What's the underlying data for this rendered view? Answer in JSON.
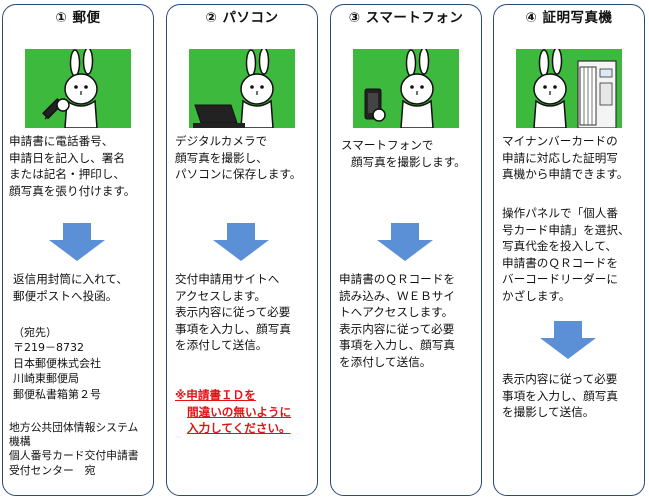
{
  "columns": [
    {
      "title": "① 郵便",
      "icon": "rabbit-with-pen",
      "body": [
        "申請書に電話番号、",
        "申請日を記入し、署名",
        "または記名・押印し、",
        "顔写真を張り付けます。"
      ],
      "step2": [
        "返信用封筒に入れて、",
        "郵便ポストへ投函。"
      ],
      "address": [
        "（宛先）",
        "〒219－8732",
        "日本郵便株式会社",
        "川崎東郵便局",
        "郵便私書箱第２号"
      ],
      "recipient": [
        "地方公共団体情報システム",
        "機構",
        "個人番号カード交付申請書",
        "受付センター　宛"
      ]
    },
    {
      "title": "② パソコン",
      "icon": "rabbit-with-laptop",
      "body": [
        "デジタルカメラで",
        "顔写真を撮影し、",
        "パソコンに保存します。"
      ],
      "step2": [
        "交付申請用サイトへ",
        "アクセスします。",
        "表示内容に従って必要",
        "事項を入力し、顔写真",
        "を添付して送信。"
      ],
      "note": [
        "※申請書ＩＤを",
        "間違いの無いように",
        "入力してください。"
      ]
    },
    {
      "title": "③ スマートフォン",
      "icon": "rabbit-with-smartphone",
      "body": [
        "スマートフォンで",
        "顔写真を撮影します。"
      ],
      "step2": [
        "申請書のＱＲコードを",
        "読み込み、ＷＥＢサイ",
        "トへアクセスします。",
        "表示内容に従って必要",
        "事項を入力し、顔写真",
        "を添付して送信。"
      ]
    },
    {
      "title": "④ 証明写真機",
      "icon": "rabbit-with-photo-booth",
      "body": [
        "マイナンバーカードの",
        "申請に対応した証明写",
        "真機から申請できます。"
      ],
      "body2": [
        "操作パネルで「個人番",
        "号カード申請」を選択、",
        "写真代金を投入して、",
        "申請書のＱＲコードを",
        "バーコードリーダーに",
        "かざします。"
      ],
      "step2": [
        "表示内容に従って必要",
        "事項を入力し、顔写真",
        "を撮影して送信。"
      ]
    }
  ],
  "colors": {
    "border": "#2a4a7a",
    "illustration_bg": "#3dba3d",
    "arrow": "#5b8fd6",
    "note": "#e01414"
  }
}
